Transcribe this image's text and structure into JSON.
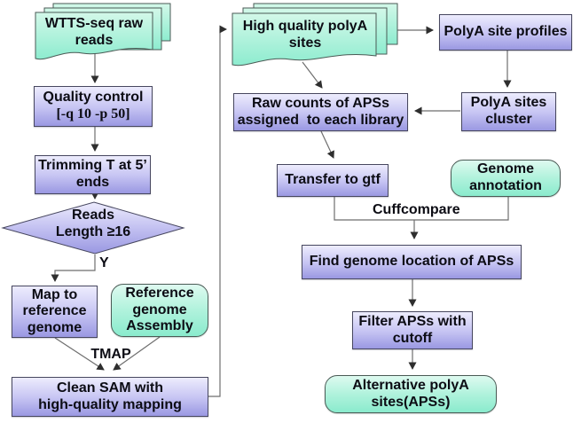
{
  "figure": {
    "type": "flowchart",
    "description": "WTTS-seq polyA site analysis pipeline flowchart"
  },
  "colors": {
    "process_box_top": "#edecfd",
    "process_box_bottom": "#9a98e2",
    "data_box_top": "#defaf0",
    "data_box_bottom": "#8aebcd",
    "border": "#47475f",
    "connector": "#6e6e6e",
    "text": "#0c0c14",
    "background": "#ffffff"
  },
  "nodes": {
    "wtts_raw_reads": {
      "shape": "multi-document",
      "fill": "green",
      "lines": [
        "WTTS-seq raw",
        "reads"
      ]
    },
    "quality_control": {
      "shape": "rectangle",
      "fill": "purple",
      "lines": [
        "Quality control",
        "[-q 10 -p 50]"
      ]
    },
    "trimming": {
      "shape": "rectangle",
      "fill": "purple",
      "lines": [
        "Trimming T at 5’",
        "ends"
      ]
    },
    "reads_check": {
      "shape": "diamond",
      "fill": "purple",
      "lines": [
        "Reads",
        "Length ≥16"
      ]
    },
    "map_to_ref": {
      "shape": "rectangle",
      "fill": "purple",
      "lines": [
        "Map to",
        "reference",
        "genome"
      ]
    },
    "ref_assembly": {
      "shape": "rounded",
      "fill": "green",
      "lines": [
        "Reference",
        "genome",
        "Assembly"
      ]
    },
    "clean_sam": {
      "shape": "rectangle",
      "fill": "purple",
      "lines": [
        "Clean SAM with",
        "high-quality mapping"
      ]
    },
    "hq_polya_sites": {
      "shape": "multi-document",
      "fill": "green",
      "lines": [
        "High quality polyA",
        "sites"
      ]
    },
    "raw_counts": {
      "shape": "rectangle",
      "fill": "purple",
      "lines": [
        "Raw counts of APSs",
        "assigned  to each library"
      ]
    },
    "polya_profiles": {
      "shape": "rectangle",
      "fill": "purple",
      "lines": [
        "PolyA site profiles"
      ]
    },
    "polya_cluster": {
      "shape": "rectangle",
      "fill": "purple",
      "lines": [
        "PolyA sites",
        "cluster"
      ]
    },
    "transfer_gtf": {
      "shape": "rectangle",
      "fill": "purple",
      "lines": [
        "Transfer to gtf"
      ]
    },
    "genome_annotation": {
      "shape": "rounded",
      "fill": "green",
      "lines": [
        "Genome",
        "annotation"
      ]
    },
    "find_location": {
      "shape": "rectangle",
      "fill": "purple",
      "lines": [
        "Find genome location of APSs"
      ]
    },
    "filter_apss": {
      "shape": "rectangle",
      "fill": "purple",
      "lines": [
        "Filter APSs with",
        "cutoff"
      ]
    },
    "alt_polya_sites": {
      "shape": "rounded",
      "fill": "green",
      "lines": [
        "Alternative polyA",
        "sites(APSs)"
      ]
    }
  },
  "edge_labels": {
    "yes": "Y",
    "tmap": "TMAP",
    "cuffcompare": "Cuffcompare"
  }
}
